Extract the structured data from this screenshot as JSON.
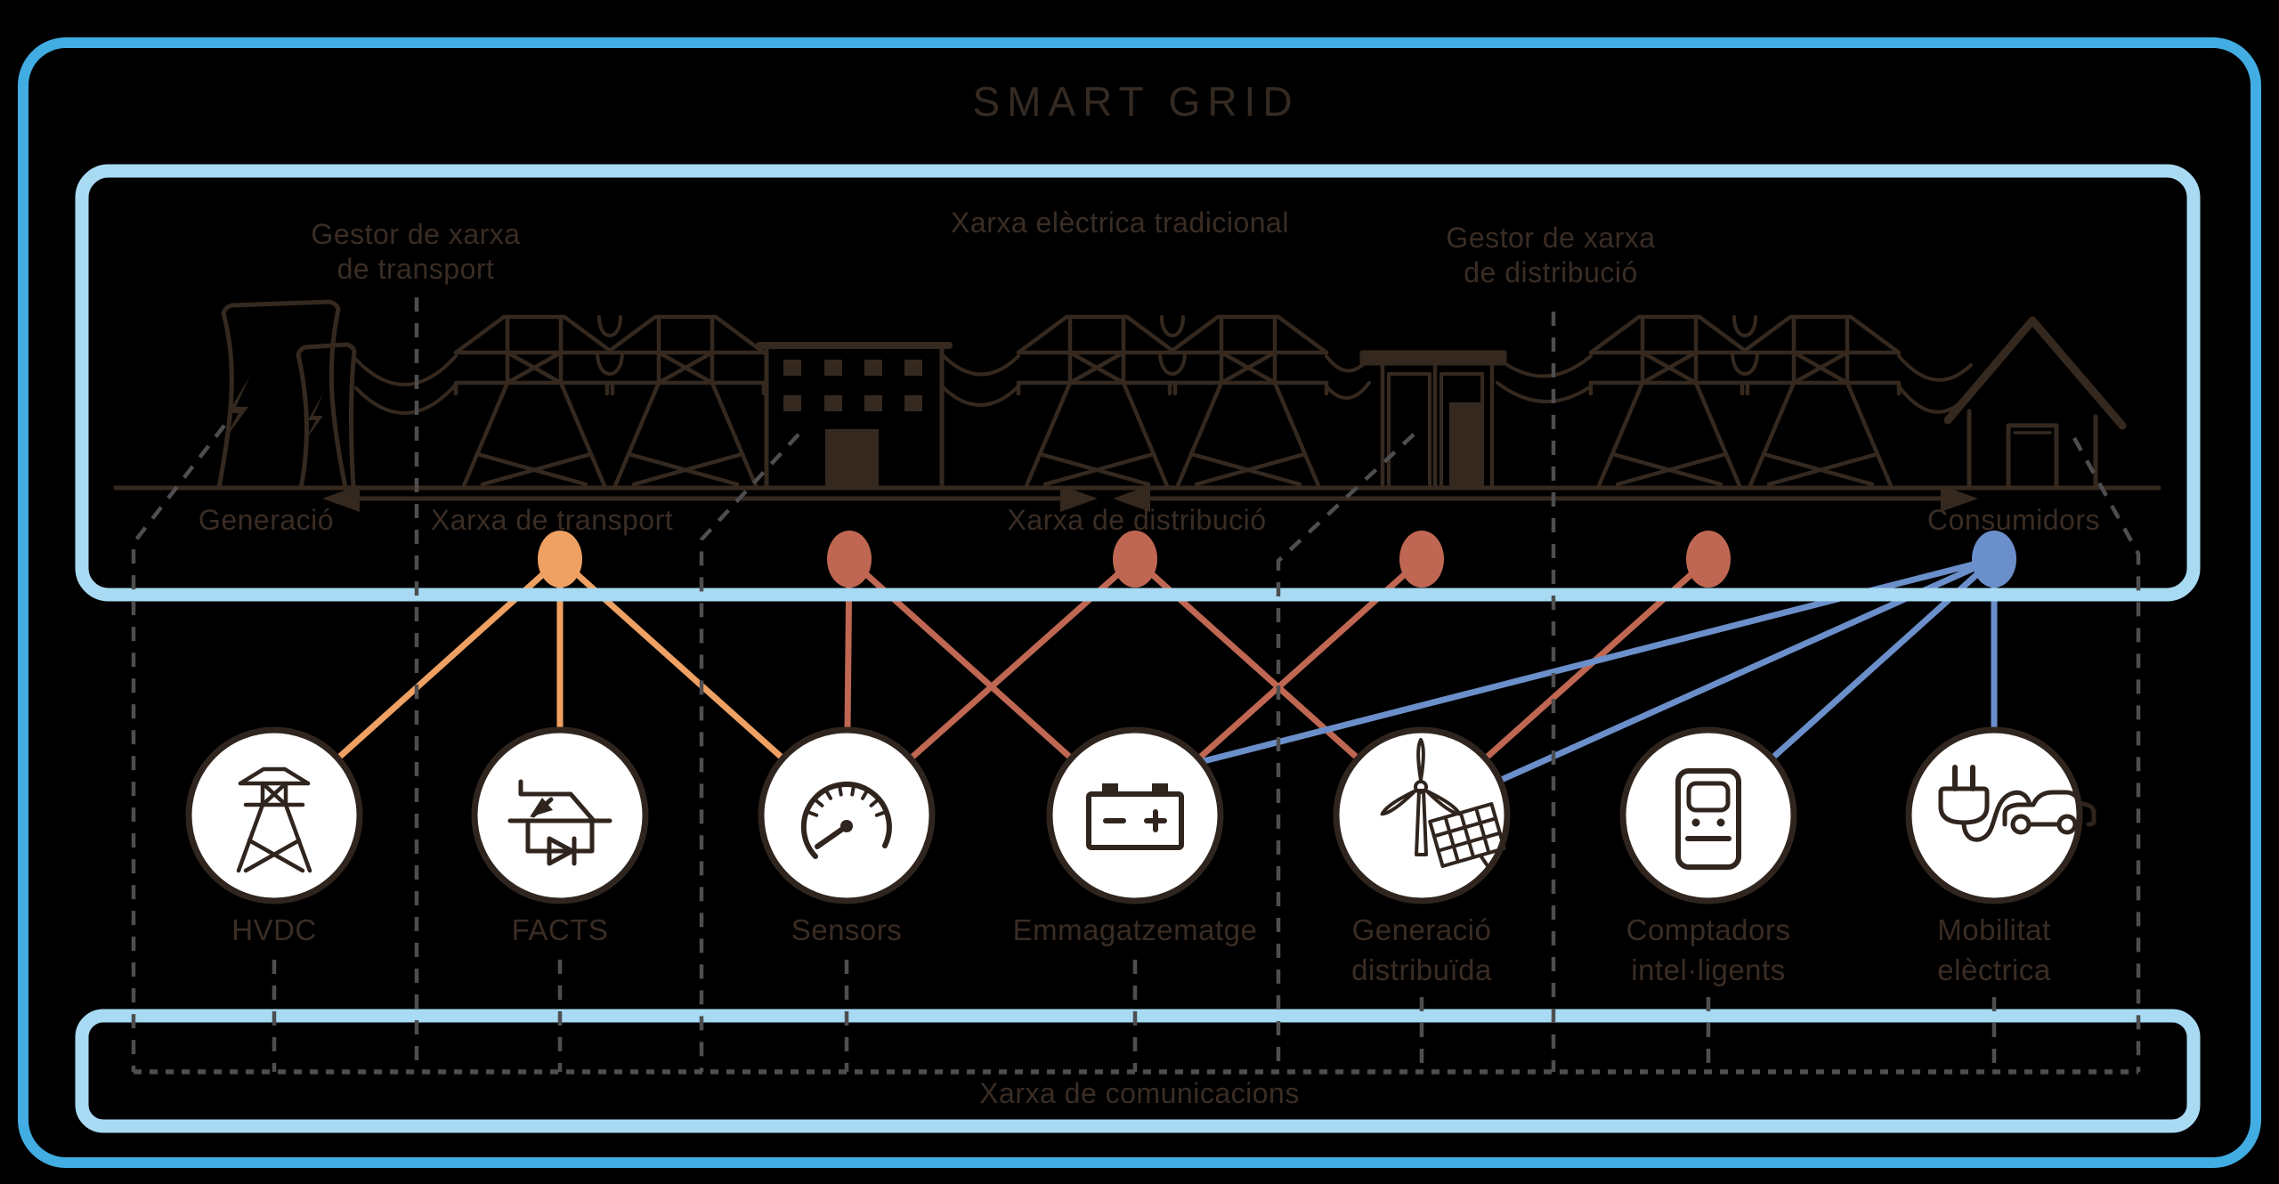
{
  "title": "SMART GRID",
  "traditional": {
    "label": "Xarxa elèctrica tradicional",
    "transport_manager_lines": [
      "Gestor de xarxa",
      "de transport"
    ],
    "distribution_manager_lines": [
      "Gestor de xarxa",
      "de distribució"
    ],
    "zones": [
      {
        "label": "Generació"
      },
      {
        "label": "Xarxa de transport"
      },
      {
        "label": "Xarxa de distribució"
      },
      {
        "label": "Consumidors"
      }
    ],
    "scene_icons": [
      "power-plant-icon",
      "transmission-towers-icon",
      "control-center-building-icon",
      "substation-icon",
      "house-icon",
      "grid-flow-arrows"
    ]
  },
  "technologies": [
    {
      "label_lines": [
        "HVDC"
      ],
      "icon": "transmission-tower-icon"
    },
    {
      "label_lines": [
        "FACTS"
      ],
      "icon": "thyristor-circuit-icon"
    },
    {
      "label_lines": [
        "Sensors"
      ],
      "icon": "gauge-icon"
    },
    {
      "label_lines": [
        "Emmagatzematge"
      ],
      "icon": "battery-icon"
    },
    {
      "label_lines": [
        "Generació",
        "distribuïda"
      ],
      "icon": "wind-turbine-solar-panel-icon"
    },
    {
      "label_lines": [
        "Comptadors",
        "intel·ligents"
      ],
      "icon": "smart-meter-icon"
    },
    {
      "label_lines": [
        "Mobilitat",
        "elèctrica"
      ],
      "icon": "ev-plug-car-icon"
    }
  ],
  "communications": {
    "label": "Xarxa de comunicacions"
  },
  "colors": {
    "outer_frame": "#41ade2",
    "inner_frame": "#a8daf3",
    "transport_link": "#efa163",
    "distribution_link": "#bf6752",
    "consumer_link": "#6b8fca",
    "line_art": "#35291f",
    "text": "#3a2d24",
    "dashed_lines": "#4e4e50",
    "background": "#000000"
  }
}
